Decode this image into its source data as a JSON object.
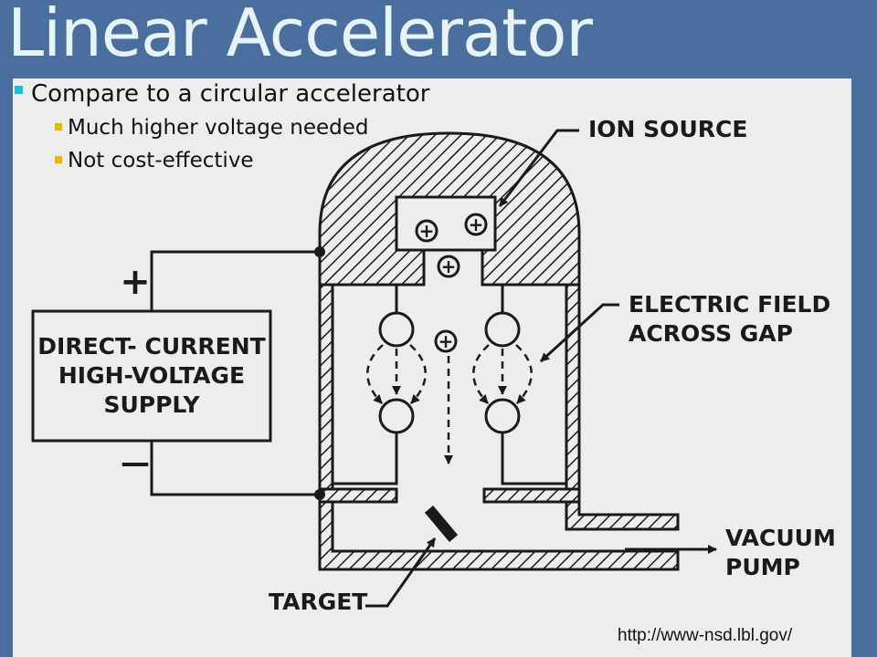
{
  "slide": {
    "title": "Linear Accelerator",
    "bullets": {
      "main": "Compare to a circular accelerator",
      "subs": [
        "Much higher voltage needed",
        "Not cost-effective"
      ]
    },
    "source_url": "http://www-nsd.lbl.gov/"
  },
  "diagram": {
    "labels": {
      "ion_source": "ION SOURCE",
      "electric_field_line1": "ELECTRIC FIELD",
      "electric_field_line2": "ACROSS GAP",
      "supply_line1": "DIRECT- CURRENT",
      "supply_line2": "HIGH-VOLTAGE",
      "supply_line3": "SUPPLY",
      "plus_terminal": "+",
      "minus_terminal": "—",
      "vacuum_line1": "VACUUM",
      "vacuum_line2": "PUMP",
      "target": "TARGET",
      "ion_symbol": "+"
    }
  },
  "colors": {
    "background": "#4a6f9f",
    "title": "#e6f4f8",
    "panel": "#ededed",
    "bullet_main": "#17c1e0",
    "bullet_sub": "#f0b400"
  }
}
